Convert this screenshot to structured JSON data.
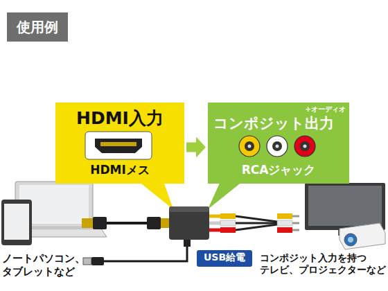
{
  "diagram": {
    "title": "使用例",
    "nodes": [
      {
        "text": [
          "HDMI入力",
          "HDMIメス"
        ]
      },
      {
        "text": [
          "コンポジット出力",
          "+オーディオ",
          "RCAジャック"
        ]
      },
      {
        "text": [
          "USB給電"
        ]
      }
    ],
    "edges": [
      {
        "from": 0,
        "to": 1,
        "arrow": "to"
      }
    ],
    "labels": [
      "ノートパソコン、 タブレットなど",
      "コンポジット入力を持つ テレビ、プロジェクターなど"
    ]
  }
}
